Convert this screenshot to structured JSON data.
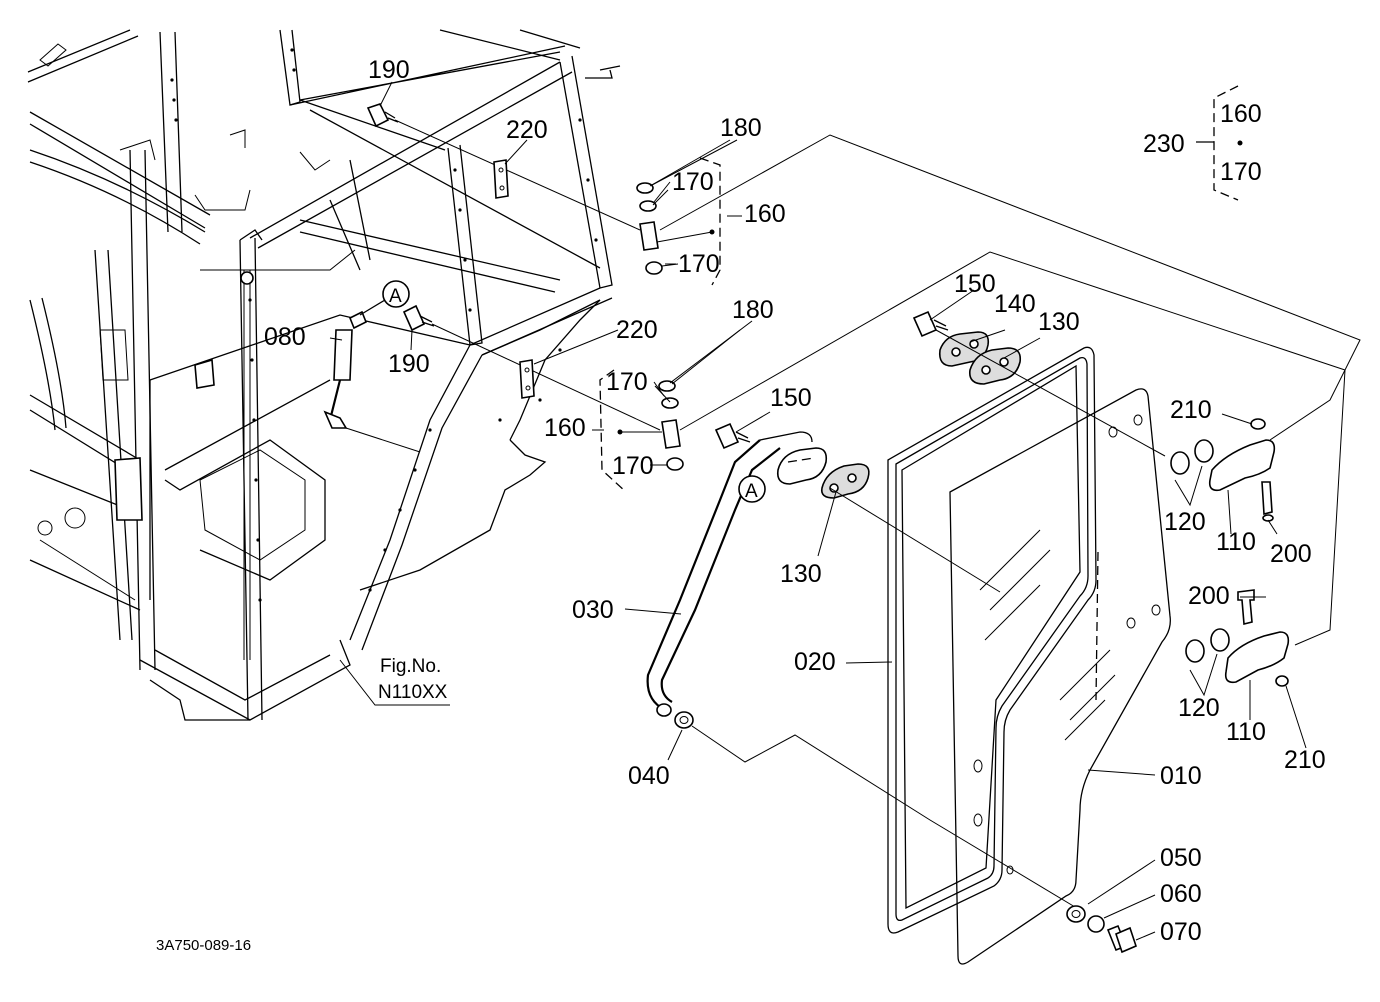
{
  "labels": {
    "p190a": "190",
    "p190b": "190",
    "p220a": "220",
    "p220b": "220",
    "p180a": "180",
    "p180b": "180",
    "p170a": "170",
    "p170b": "170",
    "p170c": "170",
    "p170d": "170",
    "p160a": "160",
    "p160b": "160",
    "p230": "230",
    "p230_160": "160",
    "p230_170": "170",
    "p080": "080",
    "p150a": "150",
    "p150b": "150",
    "p140": "140",
    "p130a": "130",
    "p130b": "130",
    "p210a": "210",
    "p210b": "210",
    "p120a": "120",
    "p120b": "120",
    "p110a": "110",
    "p110b": "110",
    "p200a": "200",
    "p200b": "200",
    "p030": "030",
    "p020": "020",
    "p010": "010",
    "p040": "040",
    "p050": "050",
    "p060": "060",
    "p070": "070",
    "markerA1": "A",
    "markerA2": "A"
  },
  "figref": {
    "line1": "Fig.No.",
    "line2": "N110XX"
  },
  "drawing_code": "3A750-089-16"
}
